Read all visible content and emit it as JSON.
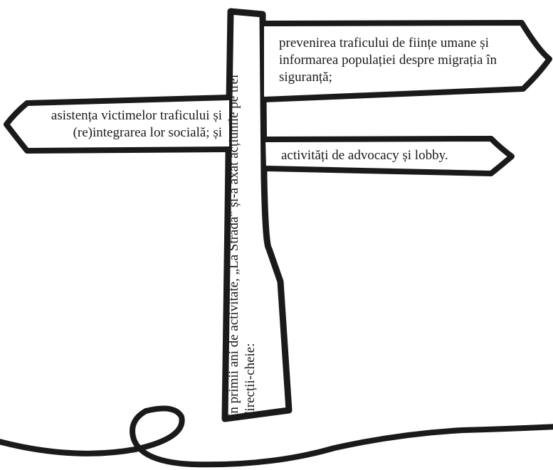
{
  "signpost": {
    "post_text": "În primii ani de activitate, „La Strada” și-a axat acțiunile pe trei direcții-cheie:",
    "sign_right_top": "prevenirea traficului de ființe umane și informarea populației despre migrația în siguranță;",
    "sign_left": "asistența victimelor traficului și (re)integrarea lor socială; și",
    "sign_right_bottom": "activități de advocacy și lobby."
  },
  "colors": {
    "outline": "#1a1a1a",
    "fill": "#ffffff"
  }
}
